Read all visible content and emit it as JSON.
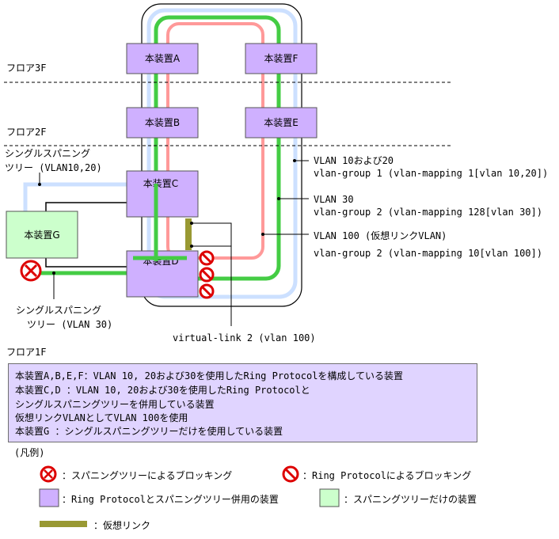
{
  "floors": {
    "f3": "フロア3F",
    "f2": "フロア2F",
    "f1": "フロア1F"
  },
  "devices": {
    "a": "本装置A",
    "b": "本装置B",
    "c": "本装置C",
    "d": "本装置D",
    "e": "本装置E",
    "f": "本装置F",
    "g": "本装置G"
  },
  "labels": {
    "stp_top_1": "シングルスパニング",
    "stp_top_2": "ツリー (VLAN10,20)",
    "stp_bottom_1": "シングルスパニング",
    "stp_bottom_2": "ツリー (VLAN 30)",
    "vlan1020_1": "VLAN 10および20",
    "vlan1020_2": "vlan-group 1 (vlan-mapping 1[vlan 10,20])",
    "vlan30_1": "VLAN 30",
    "vlan30_2": "vlan-group 2 (vlan-mapping 128[vlan 30])",
    "vlan100_1": "VLAN 100 (仮想リンクVLAN)",
    "vlan100_2": "vlan-group 2 (vlan-mapping 10[vlan 100])",
    "virtual_link": "virtual-link 2 (vlan 100)"
  },
  "description": {
    "row1": "本装置A,B,E,F：VLAN 10, 20および30を使用したRing Protocolを構成している装置",
    "row2": "本装置C,D    ：VLAN 10, 20および30を使用したRing Protocolと",
    "row3": "               シングルスパニングツリーを併用している装置",
    "row4": "               仮想リンクVLANとしてVLAN 100を使用",
    "row5": "本装置G      ：シングルスパニングツリーだけを使用している装置"
  },
  "legend": {
    "title": "(凡例)",
    "stp_block": "：スパニングツリーによるブロッキング",
    "ring_block": "：Ring Protocolによるブロッキング",
    "ring_stp_device": "：Ring Protocolとスパニングツリー併用の装置",
    "stp_device": "：スパニングツリーだけの装置",
    "virtual_link": "：仮想リンク"
  },
  "colors": {
    "ring_device": "#cfb0ff",
    "stp_device": "#ccffcc",
    "vlan1020": "#cce0ff",
    "vlan30": "#44cc44",
    "vlan100": "#ff9999",
    "virtual_link": "#999933",
    "block": "#dd0000",
    "description_bg": "#e0d4ff"
  }
}
